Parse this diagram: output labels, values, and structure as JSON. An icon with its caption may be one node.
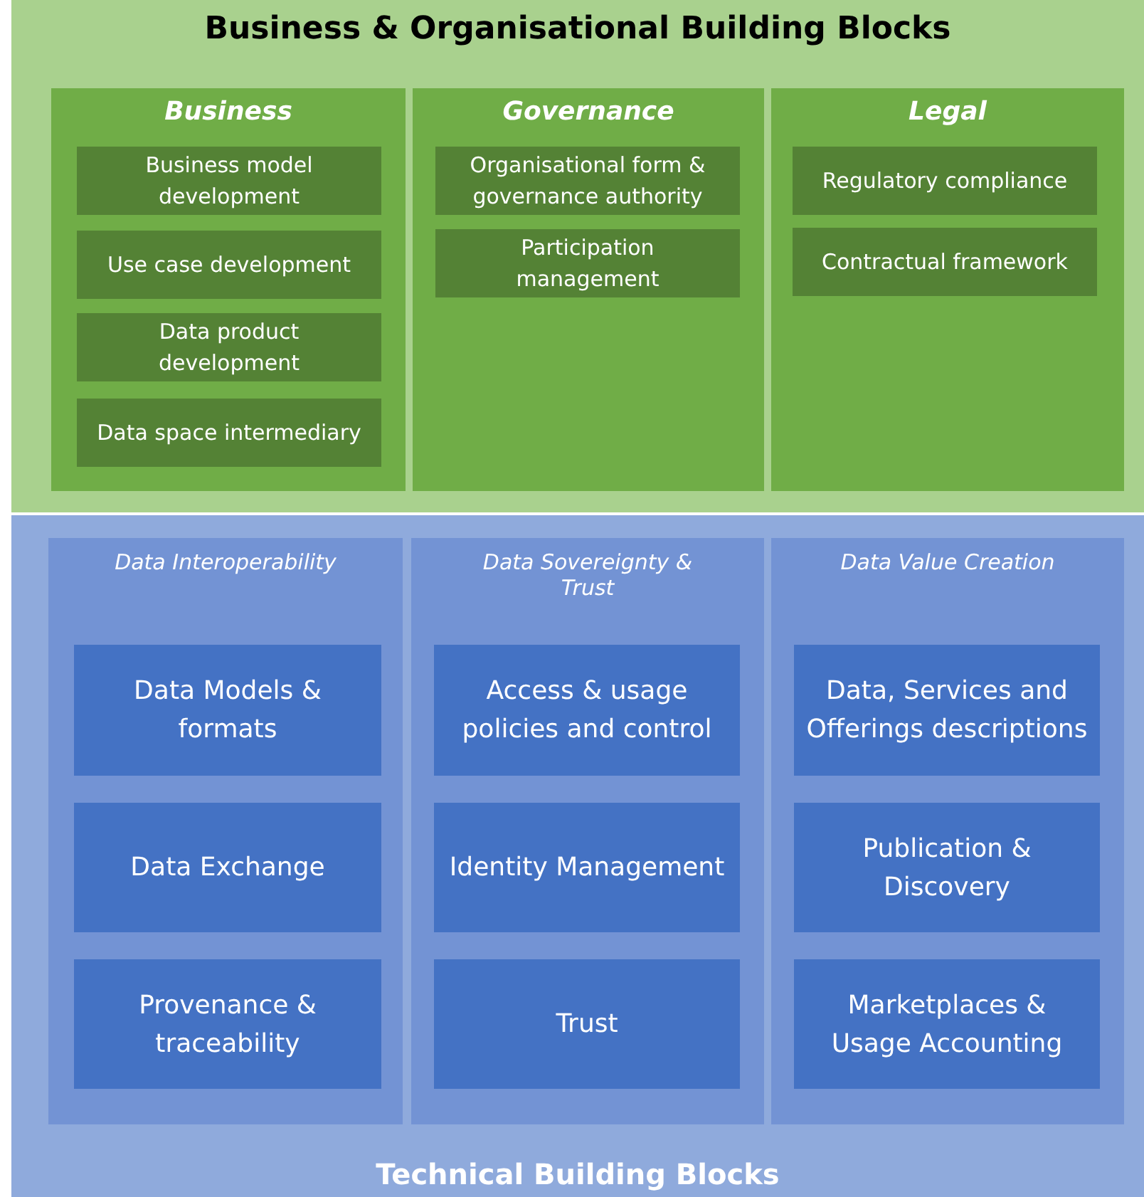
{
  "diagram": {
    "nodes": [
      {
        "text": [
          "Business & Organisational Building Blocks"
        ]
      },
      {
        "text": [
          "Business"
        ],
        "in": 0
      },
      {
        "text": [
          "Business model development"
        ],
        "in": 1
      },
      {
        "text": [
          "Use case development"
        ],
        "in": 1
      },
      {
        "text": [
          "Data product development"
        ],
        "in": 1
      },
      {
        "text": [
          "Data space intermediary"
        ],
        "in": 1
      },
      {
        "text": [
          "Governance"
        ],
        "in": 0
      },
      {
        "text": [
          "Organisational form & governance authority"
        ],
        "in": 6
      },
      {
        "text": [
          "Participation management"
        ],
        "in": 6
      },
      {
        "text": [
          "Legal"
        ],
        "in": 0
      },
      {
        "text": [
          "Regulatory compliance"
        ],
        "in": 9
      },
      {
        "text": [
          "Contractual framework"
        ],
        "in": 9
      },
      {
        "text": [
          "Technical Building Blocks"
        ]
      },
      {
        "text": [
          "Data Interoperability"
        ],
        "in": 12
      },
      {
        "text": [
          "Data Models & formats"
        ],
        "in": 13
      },
      {
        "text": [
          "Data Exchange"
        ],
        "in": 13
      },
      {
        "text": [
          "Provenance & traceability"
        ],
        "in": 13
      },
      {
        "text": [
          "Data Sovereignty & Trust"
        ],
        "in": 12
      },
      {
        "text": [
          "Access & usage policies and control"
        ],
        "in": 17
      },
      {
        "text": [
          "Identity Management"
        ],
        "in": 17
      },
      {
        "text": [
          "Trust"
        ],
        "in": 17
      },
      {
        "text": [
          "Data Value Creation"
        ],
        "in": 12
      },
      {
        "text": [
          "Data, Services and Offerings descriptions"
        ],
        "in": 21
      },
      {
        "text": [
          "Publication & Discovery"
        ],
        "in": 21
      },
      {
        "text": [
          "Marketplaces & Usage Accounting"
        ],
        "in": 21
      }
    ]
  }
}
